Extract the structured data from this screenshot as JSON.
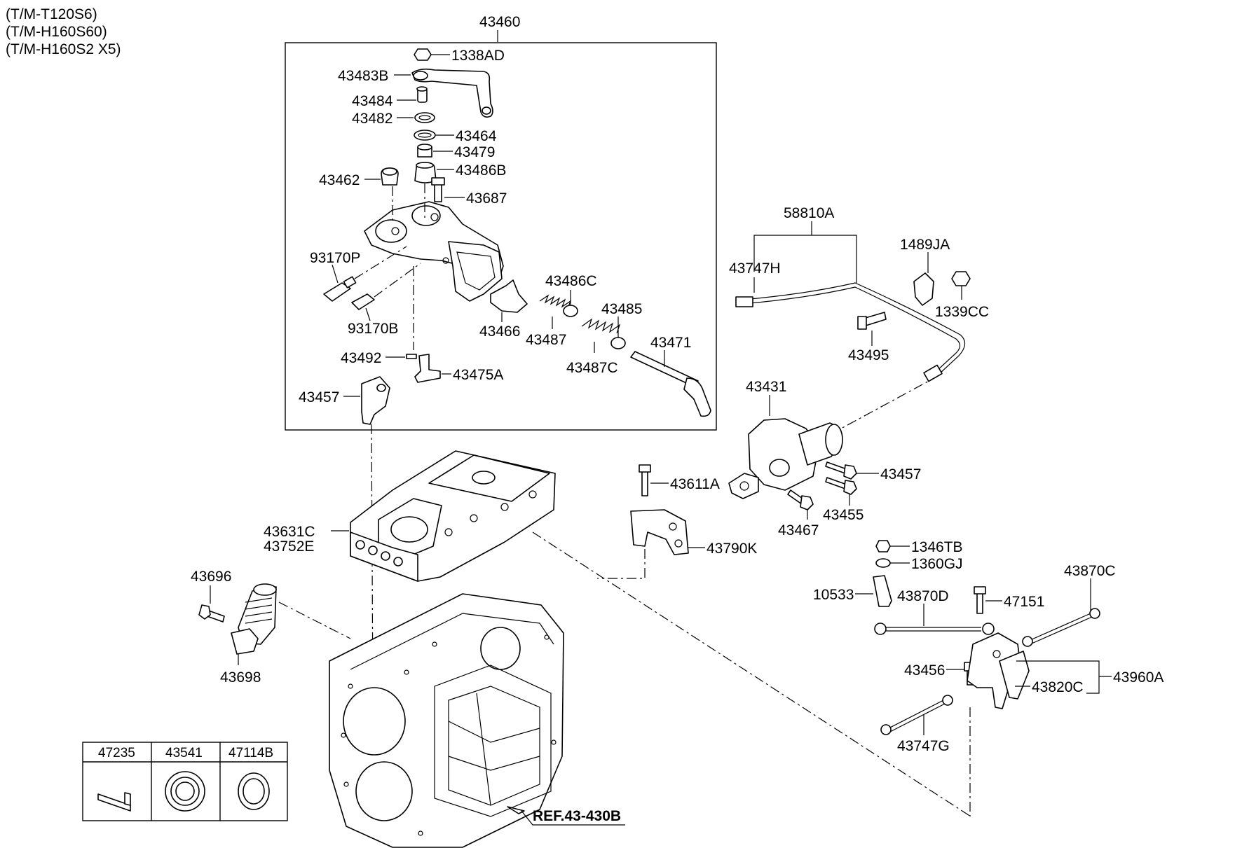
{
  "model_notes": [
    "(T/M-T120S6)",
    "(T/M-H160S60)",
    "(T/M-H160S2 X5)"
  ],
  "group_label": "43460",
  "reference_label": "REF.43-430B",
  "legend_parts": [
    "47235",
    "43541",
    "47114B"
  ],
  "labels": {
    "p1338AD": "1338AD",
    "p43483B": "43483B",
    "p43484": "43484",
    "p43482": "43482",
    "p43464": "43464",
    "p43479": "43479",
    "p43486B": "43486B",
    "p43462": "43462",
    "p43687": "43687",
    "p93170P": "93170P",
    "p93170B": "93170B",
    "p43486C": "43486C",
    "p43485": "43485",
    "p43466": "43466",
    "p43487": "43487",
    "p43471": "43471",
    "p43487C": "43487C",
    "p43492": "43492",
    "p43475A": "43475A",
    "p43457a": "43457",
    "p58810A": "58810A",
    "p43747H": "43747H",
    "p1489JA": "1489JA",
    "p1339CC": "1339CC",
    "p43495": "43495",
    "p43431": "43431",
    "p43457b": "43457",
    "p43611A": "43611A",
    "p43455": "43455",
    "p43467": "43467",
    "p43631C": "43631C",
    "p43752E": "43752E",
    "p43790K": "43790K",
    "p1346TB": "1346TB",
    "p1360GJ": "1360GJ",
    "p43696": "43696",
    "p43870C": "43870C",
    "p10533": "10533",
    "p43870D": "43870D",
    "p47151": "47151",
    "p43698": "43698",
    "p43456": "43456",
    "p43960A": "43960A",
    "p43820C": "43820C",
    "p43747G": "43747G"
  }
}
